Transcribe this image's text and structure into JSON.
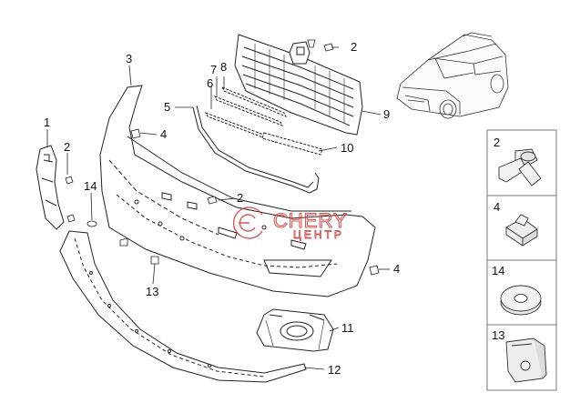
{
  "diagram": {
    "callouts": [
      {
        "id": "c1",
        "label": "1"
      },
      {
        "id": "c2a",
        "label": "2"
      },
      {
        "id": "c2b",
        "label": "2"
      },
      {
        "id": "c2c",
        "label": "2"
      },
      {
        "id": "c3",
        "label": "3"
      },
      {
        "id": "c4a",
        "label": "4"
      },
      {
        "id": "c4b",
        "label": "4"
      },
      {
        "id": "c5",
        "label": "5"
      },
      {
        "id": "c6",
        "label": "6"
      },
      {
        "id": "c7",
        "label": "7"
      },
      {
        "id": "c8",
        "label": "8"
      },
      {
        "id": "c9",
        "label": "9"
      },
      {
        "id": "c10",
        "label": "10"
      },
      {
        "id": "c11",
        "label": "11"
      },
      {
        "id": "c12",
        "label": "12"
      },
      {
        "id": "c13",
        "label": "13"
      },
      {
        "id": "c14",
        "label": "14"
      }
    ],
    "legend": [
      {
        "label": "2",
        "icon": "rivet-clip-icon"
      },
      {
        "label": "4",
        "icon": "speed-nut-icon"
      },
      {
        "label": "14",
        "icon": "washer-icon"
      },
      {
        "label": "13",
        "icon": "retainer-clip-icon"
      }
    ]
  },
  "watermark": {
    "brand": "CHERY",
    "subtitle": "ЦЕНТР",
    "color": "#d03a3a"
  },
  "colors": {
    "line": "#222222",
    "accent": "#d03a3a",
    "legend_border": "#777777"
  }
}
